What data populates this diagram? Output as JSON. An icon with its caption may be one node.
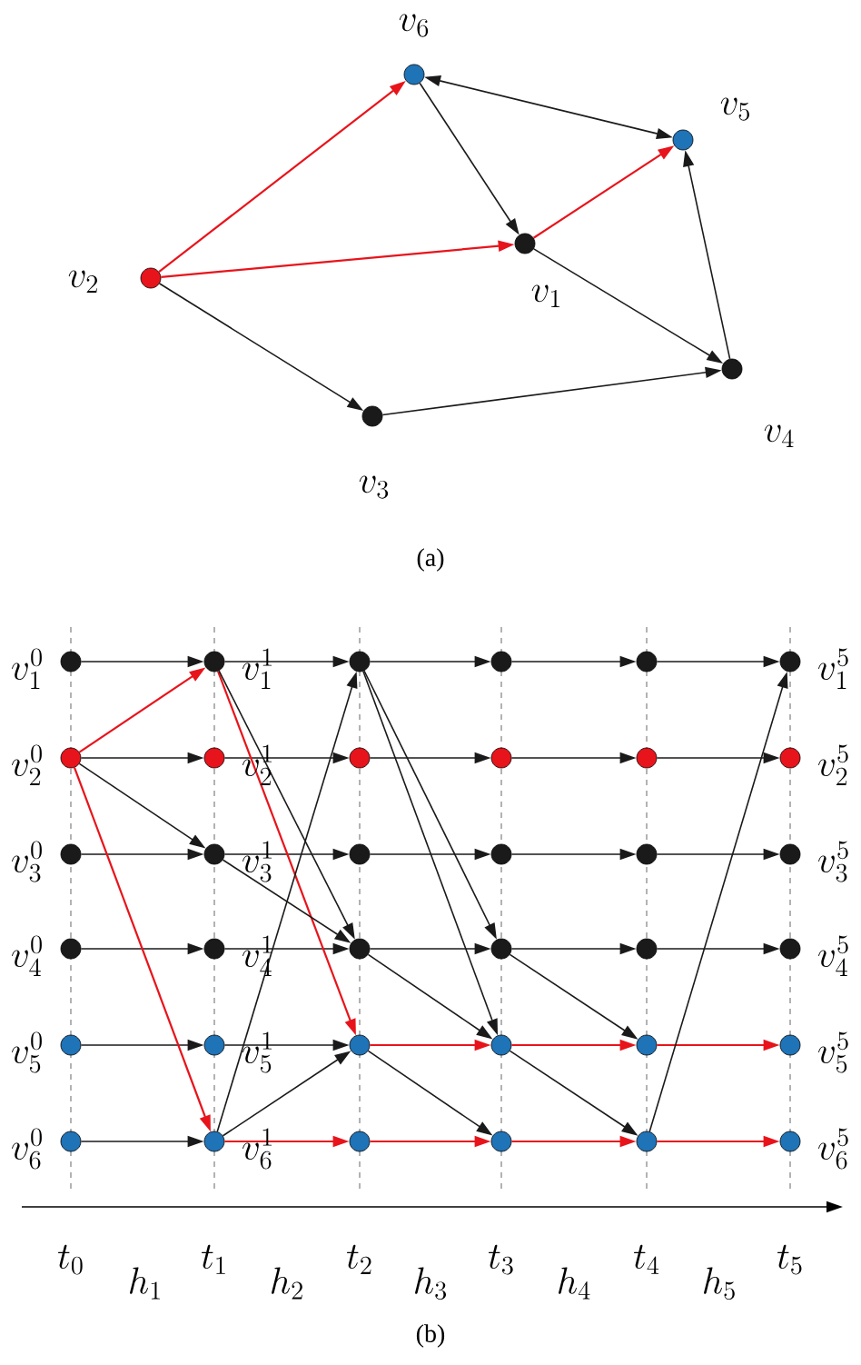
{
  "diagram": {
    "nodes": [
      {
        "text": [],
        "shape": "circle",
        "beside": [
          "v_6"
        ]
      },
      {
        "text": [],
        "shape": "circle",
        "beside": [
          "v_5"
        ]
      },
      {
        "text": [],
        "shape": "circle",
        "beside": [
          "v_1"
        ]
      },
      {
        "text": [],
        "shape": "circle",
        "beside": [
          "v_2"
        ]
      },
      {
        "text": [],
        "shape": "circle",
        "beside": [
          "v_4"
        ]
      },
      {
        "text": [],
        "shape": "circle",
        "beside": [
          "v_3"
        ]
      },
      {
        "text": [],
        "shape": "circle",
        "beside": [
          "v_1^0"
        ]
      },
      {
        "text": [],
        "shape": "circle",
        "beside": [
          "v_1^1"
        ]
      },
      {
        "text": [],
        "shape": "circle"
      },
      {
        "text": [],
        "shape": "circle"
      },
      {
        "text": [],
        "shape": "circle"
      },
      {
        "text": [],
        "shape": "circle",
        "beside": [
          "v_1^5"
        ]
      },
      {
        "text": [],
        "shape": "circle",
        "beside": [
          "v_2^0"
        ]
      },
      {
        "text": [],
        "shape": "circle",
        "beside": [
          "v_2^1"
        ]
      },
      {
        "text": [],
        "shape": "circle"
      },
      {
        "text": [],
        "shape": "circle"
      },
      {
        "text": [],
        "shape": "circle"
      },
      {
        "text": [],
        "shape": "circle",
        "beside": [
          "v_2^5"
        ]
      },
      {
        "text": [],
        "shape": "circle",
        "beside": [
          "v_3^0"
        ]
      },
      {
        "text": [],
        "shape": "circle",
        "beside": [
          "v_3^1"
        ]
      },
      {
        "text": [],
        "shape": "circle"
      },
      {
        "text": [],
        "shape": "circle"
      },
      {
        "text": [],
        "shape": "circle"
      },
      {
        "text": [],
        "shape": "circle",
        "beside": [
          "v_3^5"
        ]
      },
      {
        "text": [],
        "shape": "circle",
        "beside": [
          "v_4^0"
        ]
      },
      {
        "text": [],
        "shape": "circle",
        "beside": [
          "v_4^1"
        ]
      },
      {
        "text": [],
        "shape": "circle"
      },
      {
        "text": [],
        "shape": "circle"
      },
      {
        "text": [],
        "shape": "circle"
      },
      {
        "text": [],
        "shape": "circle",
        "beside": [
          "v_4^5"
        ]
      },
      {
        "text": [],
        "shape": "circle",
        "beside": [
          "v_5^0"
        ]
      },
      {
        "text": [],
        "shape": "circle",
        "beside": [
          "v_5^1"
        ]
      },
      {
        "text": [],
        "shape": "circle"
      },
      {
        "text": [],
        "shape": "circle"
      },
      {
        "text": [],
        "shape": "circle"
      },
      {
        "text": [],
        "shape": "circle",
        "beside": [
          "v_5^5"
        ]
      },
      {
        "text": [],
        "shape": "circle",
        "beside": [
          "v_6^0"
        ]
      },
      {
        "text": [],
        "shape": "circle",
        "beside": [
          "v_6^1"
        ]
      },
      {
        "text": [],
        "shape": "circle"
      },
      {
        "text": [],
        "shape": "circle"
      },
      {
        "text": [],
        "shape": "circle"
      },
      {
        "text": [],
        "shape": "circle",
        "beside": [
          "v_6^5"
        ]
      }
    ],
    "edges": [
      {
        "from": 3,
        "to": 0,
        "arrow": "to",
        "color": "#e8141b"
      },
      {
        "from": 3,
        "to": 2,
        "arrow": "to",
        "color": "#e8141b"
      },
      {
        "from": 2,
        "to": 1,
        "arrow": "to",
        "color": "#e8141b"
      },
      {
        "from": 0,
        "to": 1,
        "arrow": "both"
      },
      {
        "from": 0,
        "to": 2,
        "arrow": "to"
      },
      {
        "from": 2,
        "to": 4,
        "arrow": "to"
      },
      {
        "from": 4,
        "to": 1,
        "arrow": "to"
      },
      {
        "from": 3,
        "to": 5,
        "arrow": "to"
      },
      {
        "from": 5,
        "to": 4,
        "arrow": "to"
      },
      {
        "from": 6,
        "to": 7,
        "arrow": "to"
      },
      {
        "from": 7,
        "to": 8,
        "arrow": "to"
      },
      {
        "from": 8,
        "to": 9,
        "arrow": "to"
      },
      {
        "from": 9,
        "to": 10,
        "arrow": "to"
      },
      {
        "from": 10,
        "to": 11,
        "arrow": "to"
      },
      {
        "from": 12,
        "to": 13,
        "arrow": "to"
      },
      {
        "from": 13,
        "to": 14,
        "arrow": "to"
      },
      {
        "from": 14,
        "to": 15,
        "arrow": "to"
      },
      {
        "from": 15,
        "to": 16,
        "arrow": "to"
      },
      {
        "from": 16,
        "to": 17,
        "arrow": "to"
      },
      {
        "from": 18,
        "to": 19,
        "arrow": "to"
      },
      {
        "from": 19,
        "to": 20,
        "arrow": "to"
      },
      {
        "from": 20,
        "to": 21,
        "arrow": "to"
      },
      {
        "from": 21,
        "to": 22,
        "arrow": "to"
      },
      {
        "from": 22,
        "to": 23,
        "arrow": "to"
      },
      {
        "from": 24,
        "to": 25,
        "arrow": "to"
      },
      {
        "from": 25,
        "to": 26,
        "arrow": "to"
      },
      {
        "from": 26,
        "to": 27,
        "arrow": "to"
      },
      {
        "from": 27,
        "to": 28,
        "arrow": "to"
      },
      {
        "from": 28,
        "to": 29,
        "arrow": "to"
      },
      {
        "from": 30,
        "to": 31,
        "arrow": "to"
      },
      {
        "from": 31,
        "to": 32,
        "arrow": "to"
      },
      {
        "from": 32,
        "to": 33,
        "arrow": "to",
        "color": "#e8141b"
      },
      {
        "from": 33,
        "to": 34,
        "arrow": "to",
        "color": "#e8141b"
      },
      {
        "from": 34,
        "to": 35,
        "arrow": "to",
        "color": "#e8141b"
      },
      {
        "from": 36,
        "to": 37,
        "arrow": "to"
      },
      {
        "from": 37,
        "to": 38,
        "arrow": "to",
        "color": "#e8141b"
      },
      {
        "from": 38,
        "to": 39,
        "arrow": "to",
        "color": "#e8141b"
      },
      {
        "from": 39,
        "to": 40,
        "arrow": "to",
        "color": "#e8141b"
      },
      {
        "from": 40,
        "to": 41,
        "arrow": "to",
        "color": "#e8141b"
      },
      {
        "from": 12,
        "to": 7,
        "arrow": "to",
        "color": "#e8141b"
      },
      {
        "from": 12,
        "to": 37,
        "arrow": "to",
        "color": "#e8141b"
      },
      {
        "from": 12,
        "to": 19,
        "arrow": "to"
      },
      {
        "from": 7,
        "to": 32,
        "arrow": "to",
        "color": "#e8141b"
      },
      {
        "from": 7,
        "to": 26,
        "arrow": "to"
      },
      {
        "from": 19,
        "to": 26,
        "arrow": "to"
      },
      {
        "from": 37,
        "to": 8,
        "arrow": "to"
      },
      {
        "from": 37,
        "to": 32,
        "arrow": "to"
      },
      {
        "from": 8,
        "to": 27,
        "arrow": "to"
      },
      {
        "from": 8,
        "to": 33,
        "arrow": "to"
      },
      {
        "from": 26,
        "to": 33,
        "arrow": "to"
      },
      {
        "from": 32,
        "to": 39,
        "arrow": "to"
      },
      {
        "from": 27,
        "to": 34,
        "arrow": "to"
      },
      {
        "from": 33,
        "to": 40,
        "arrow": "to"
      },
      {
        "from": 40,
        "to": 11,
        "arrow": "to"
      }
    ],
    "labels": [
      "(a)",
      "t_0",
      "h_1",
      "t_1",
      "h_2",
      "t_2",
      "h_3",
      "t_3",
      "h_4",
      "t_4",
      "h_5",
      "t_5",
      "(b)"
    ]
  }
}
